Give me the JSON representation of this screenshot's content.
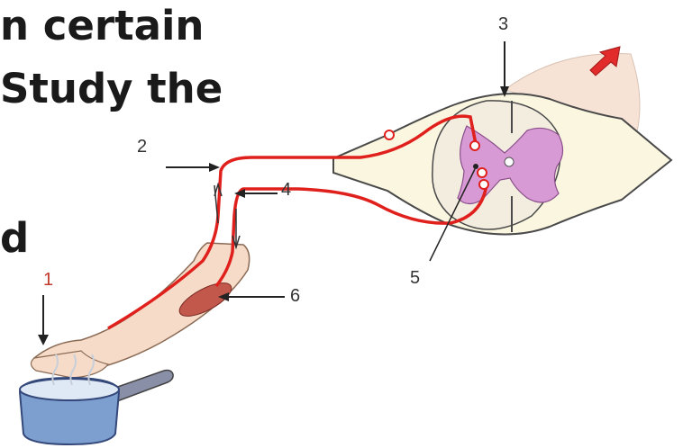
{
  "text_fragments": {
    "line1": "n certain",
    "line2": "Study the",
    "line3": "d"
  },
  "labels": {
    "l1": "1",
    "l2": "2",
    "l3": "3",
    "l4": "4",
    "l5": "5",
    "l6": "6"
  },
  "colors": {
    "nerve": "#e0201c",
    "skin": "#f6dcc8",
    "grey_matter": "#d79ad4",
    "spinal_outline": "#fdf8e8",
    "pot": "#7d9fcf"
  }
}
